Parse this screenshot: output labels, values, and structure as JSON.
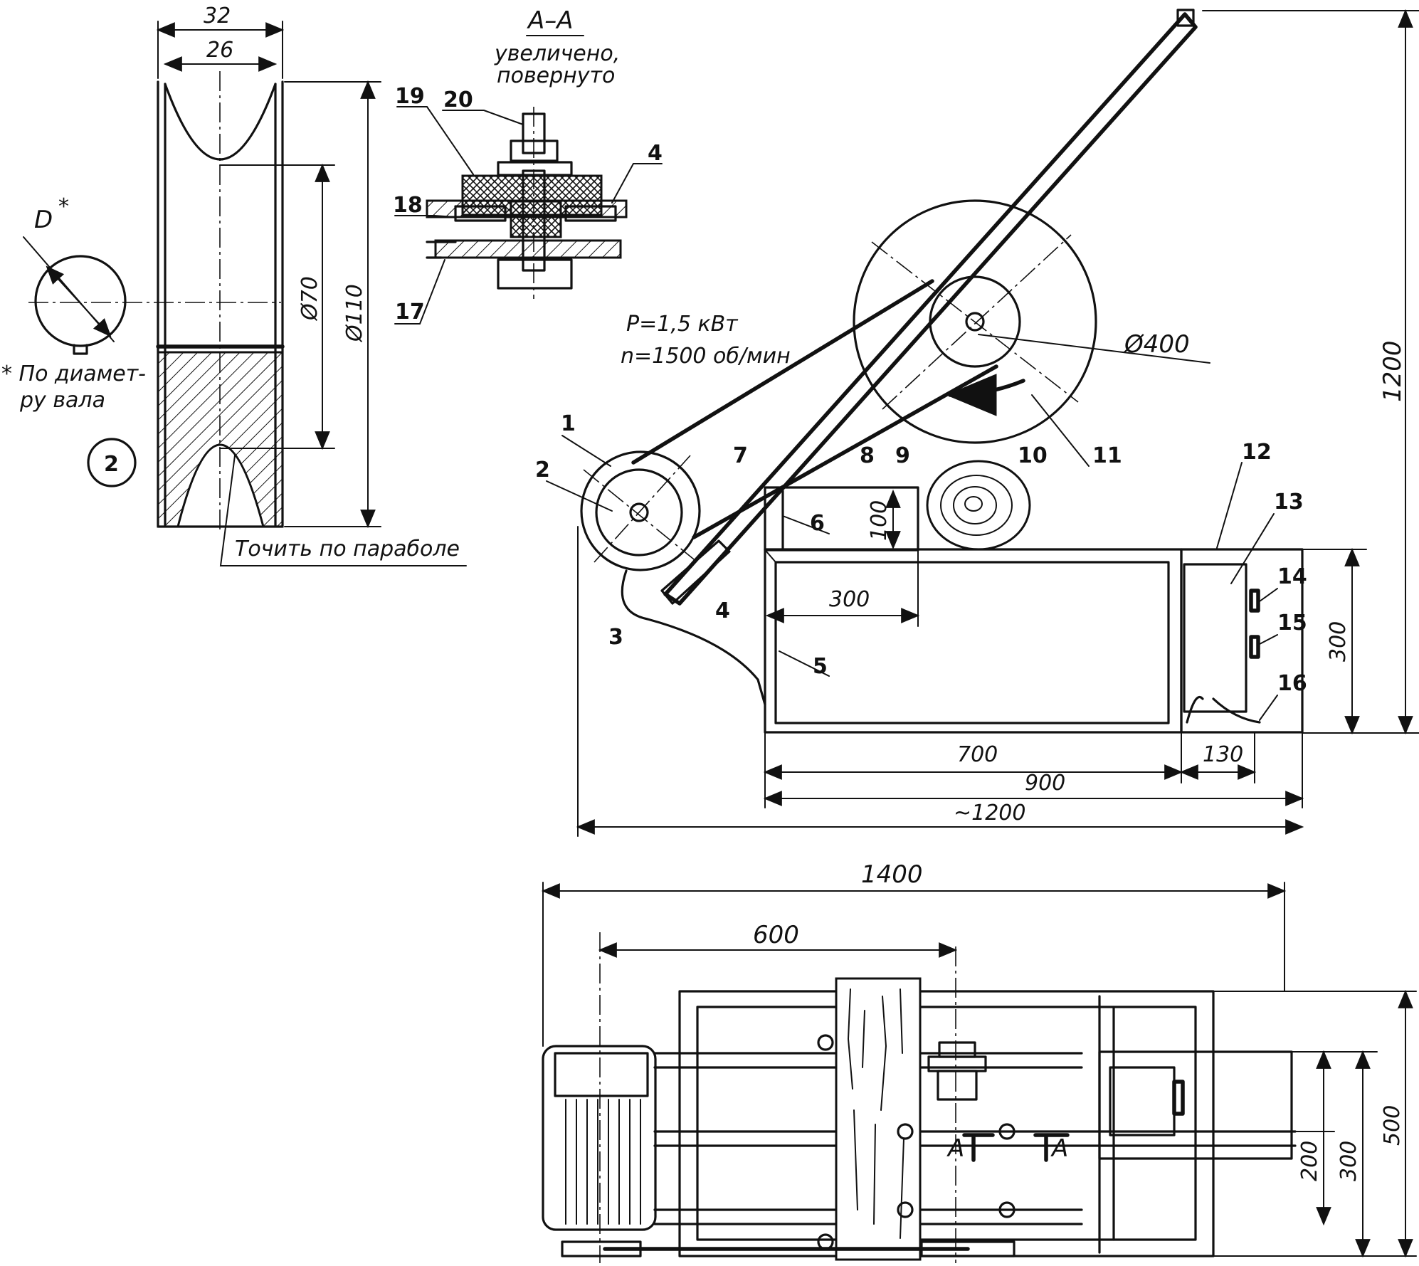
{
  "pulley_detail": {
    "dim_outer_width": "32",
    "dim_groove_width": "26",
    "dim_groove_bottom": "Ø70",
    "dim_outer_diameter": "Ø110",
    "note_machine": "Точить по параболе",
    "shaft_dim": "D",
    "shaft_asterisk": "*",
    "footnote_line1": "* По диамет-",
    "footnote_line2": "ру вала",
    "view_number": "2"
  },
  "section_aa": {
    "title": "А–А",
    "subtitle_line1": "увеличено,",
    "subtitle_line2": "повернуто",
    "labels": [
      "19",
      "20",
      "4",
      "18",
      "17"
    ]
  },
  "motor_specs": {
    "power": "P=1,5 кВт",
    "speed": "n=1500 об/мин"
  },
  "side_view": {
    "wheel_diameter": "Ø400",
    "height_1200": "1200",
    "height_300": "300",
    "dim_100": "100",
    "dim_300_top": "300",
    "dim_700": "700",
    "dim_130": "130",
    "dim_900": "900",
    "dim_1200": "~1200",
    "labels": {
      "l1": "1",
      "l2": "2",
      "l3": "3",
      "l4a": "4",
      "l5": "5",
      "l6": "6",
      "l7": "7",
      "l8": "8",
      "l9": "9",
      "l10": "10",
      "l11": "11",
      "l12": "12",
      "l13": "13",
      "l14": "14",
      "l15": "15",
      "l16": "16"
    }
  },
  "top_view": {
    "dim_1400": "1400",
    "dim_600": "600",
    "dim_500": "500",
    "dim_300": "300",
    "dim_200": "200",
    "section_mark_1": "А",
    "section_mark_2": "А"
  }
}
